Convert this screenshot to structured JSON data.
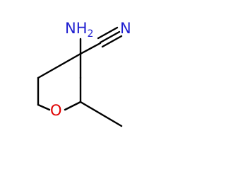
{
  "molecule": {
    "atoms": {
      "amino": {
        "main": "NH",
        "sub": "2",
        "color": "#1f1fd0"
      },
      "nitrile_n": {
        "label": "N",
        "color": "#1f1fd0"
      },
      "ring_o": {
        "label": "O",
        "color": "#e00000"
      }
    },
    "bond_color": "#000000"
  }
}
